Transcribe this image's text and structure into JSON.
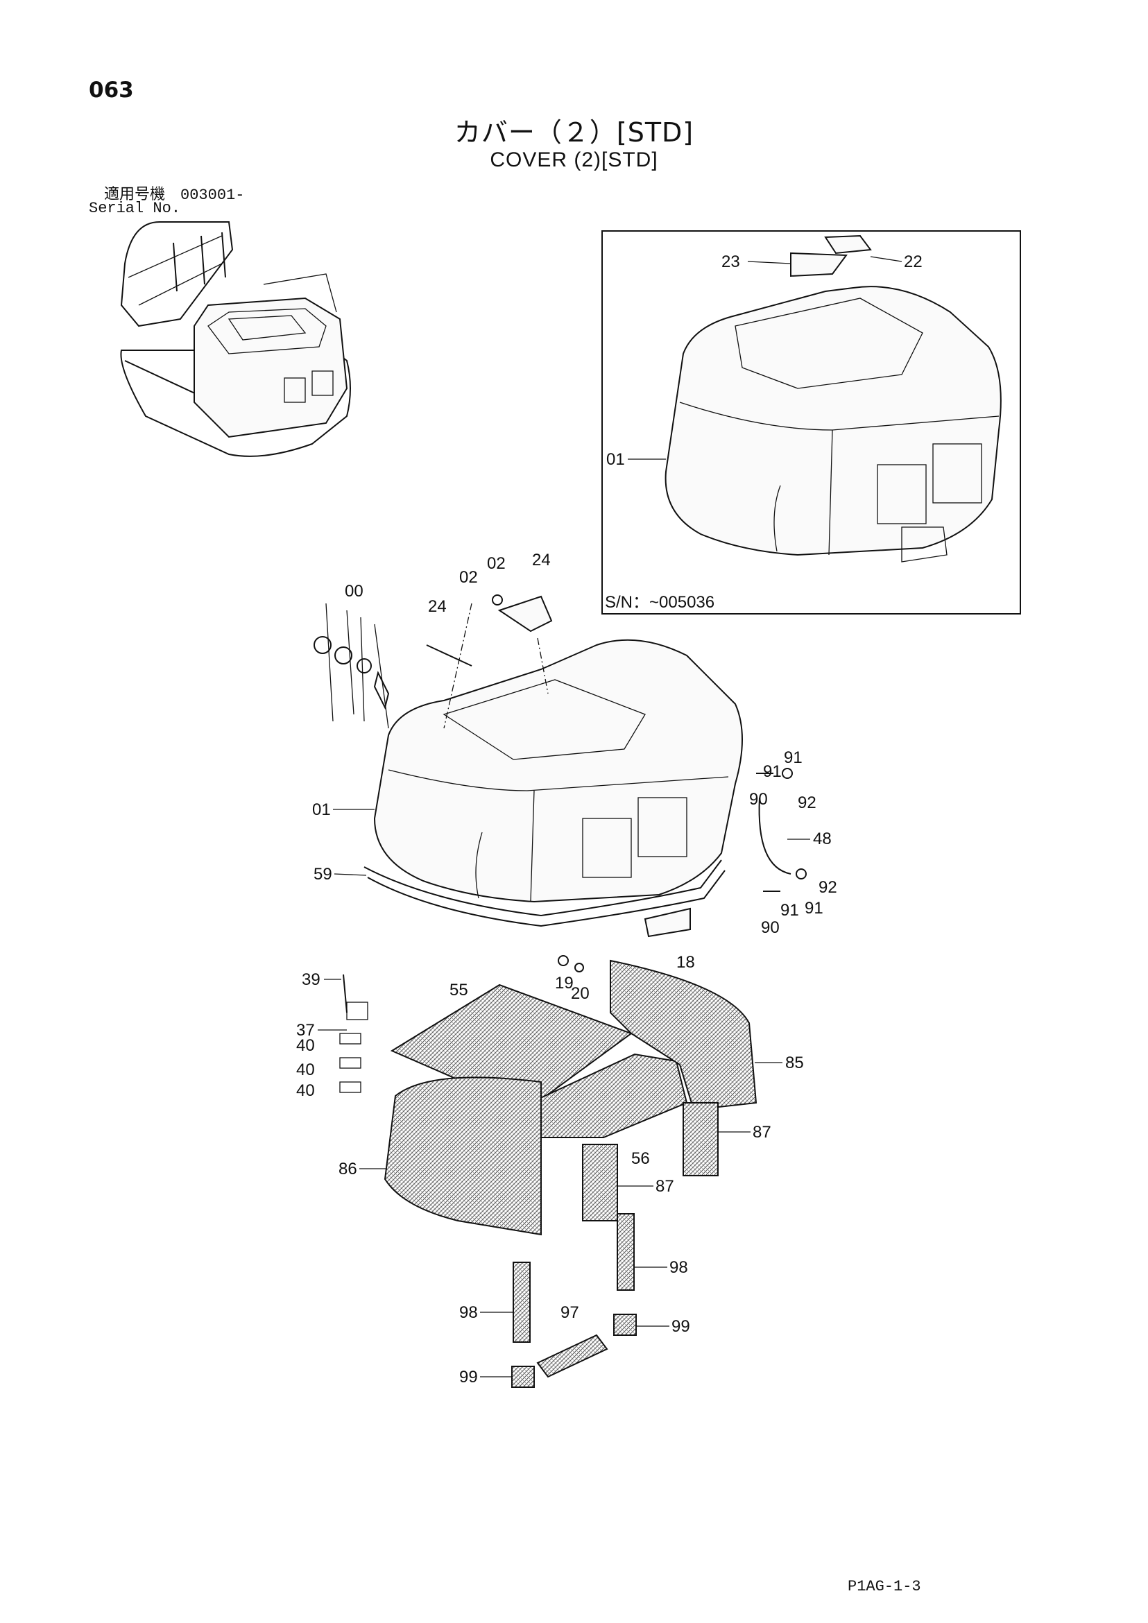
{
  "header": {
    "page_number": "063",
    "title_jp": "カバー（２）[STD]",
    "title_en": "COVER (2)[STD]"
  },
  "serial": {
    "label_jp": "適用号機",
    "value": "003001-",
    "label_en": "Serial No."
  },
  "inset": {
    "serial_range": "S/N：~005036",
    "callouts": [
      "23",
      "22",
      "01"
    ]
  },
  "main_callouts": {
    "c00": "00",
    "c24a": "24",
    "c02a": "02",
    "c02b": "02",
    "c24b": "24",
    "c01": "01",
    "c59": "59",
    "c91a": "91",
    "c91b": "91",
    "c92a": "92",
    "c90a": "90",
    "c48": "48",
    "c92b": "92",
    "c90b": "90",
    "c91c": "91",
    "c91d": "91",
    "c18": "18",
    "c19": "19",
    "c20": "20",
    "c39": "39",
    "c55": "55",
    "c37": "37",
    "c40a": "40",
    "c40b": "40",
    "c40c": "40",
    "c85": "85",
    "c87a": "87",
    "c56": "56",
    "c87b": "87",
    "c86": "86",
    "c98a": "98",
    "c98b": "98",
    "c99a": "99",
    "c97": "97",
    "c99b": "99"
  },
  "footer": {
    "doc_code": "P1AG-1-3"
  }
}
